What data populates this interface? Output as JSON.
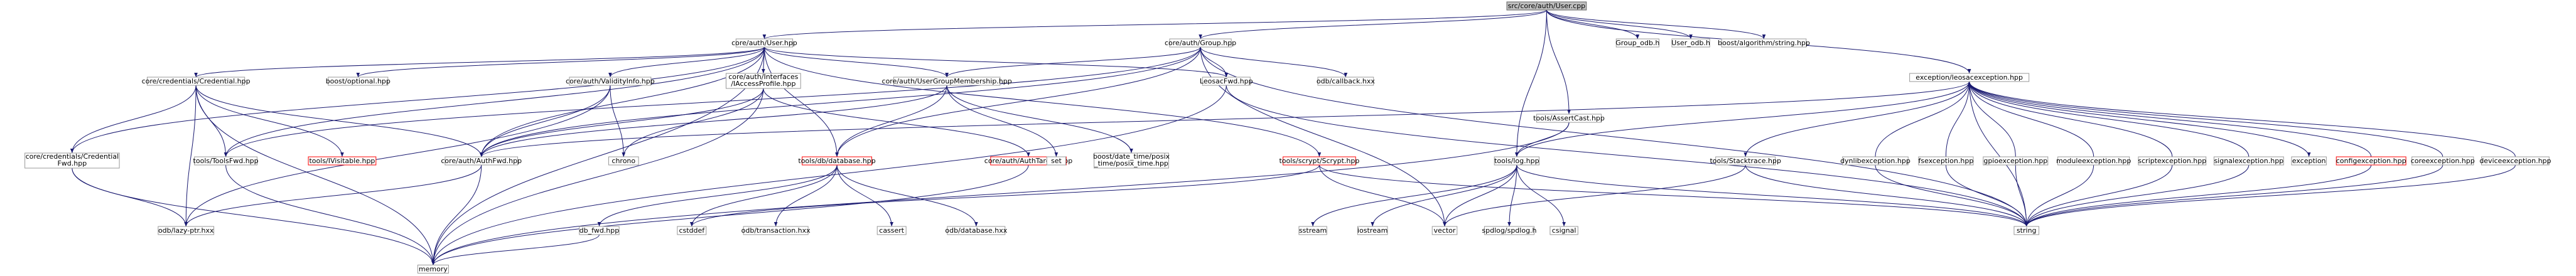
{
  "colors": {
    "edge": "#191970",
    "node_border": "#999999",
    "node_fill": "#ffffff",
    "root_fill": "#bfbfbf",
    "root_border": "#666666",
    "missing_border": "#ff0000",
    "text": "#000000"
  },
  "nodes": {
    "root": {
      "label": "src/core/auth/User.cpp",
      "kind": "root"
    },
    "userhpp": {
      "label": "core/auth/User.hpp"
    },
    "grouphpp": {
      "label": "core/auth/Group.hpp"
    },
    "groupodb": {
      "label": "Group_odb.h"
    },
    "userodb": {
      "label": "User_odb.h"
    },
    "boostalgo": {
      "label": "boost/algorithm/string.hpp"
    },
    "credhpp": {
      "label": "core/credentials/Credential.hpp"
    },
    "boostopt": {
      "label": "boost/optional.hpp"
    },
    "validity": {
      "label": "core/auth/ValidityInfo.hpp"
    },
    "iaccess": {
      "label": [
        "core/auth/Interfaces",
        "/IAccessProfile.hpp"
      ]
    },
    "ugm": {
      "label": "core/auth/UserGroupMembership.hpp"
    },
    "leosacfwd": {
      "label": "LeosacFwd.hpp"
    },
    "odbcallback": {
      "label": "odb/callback.hxx"
    },
    "assertcast": {
      "label": "tools/AssertCast.hpp"
    },
    "leosacexc": {
      "label": "exception/leosacexception.hpp"
    },
    "credfwd": {
      "label": [
        "core/credentials/Credential",
        "Fwd.hpp"
      ]
    },
    "toolsfwd": {
      "label": "tools/ToolsFwd.hpp"
    },
    "visitable": {
      "label": "tools/IVisitable.hpp",
      "missing": true
    },
    "authfwd": {
      "label": "core/auth/AuthFwd.hpp"
    },
    "chrono": {
      "label": "chrono"
    },
    "dbhpp": {
      "label": "tools/db/database.hpp",
      "missing": true
    },
    "authtarget": {
      "label": "core/auth/AuthTarget.hpp",
      "missing": true
    },
    "set": {
      "label": "set"
    },
    "posix": {
      "label": [
        "boost/date_time/posix",
        "_time/posix_time.hpp"
      ]
    },
    "scrypt": {
      "label": "tools/scrypt/Scrypt.hpp",
      "missing": true
    },
    "loghpp": {
      "label": "tools/log.hpp"
    },
    "stacktrace": {
      "label": "tools/Stacktrace.hpp"
    },
    "dylib": {
      "label": "dynlibexception.hpp"
    },
    "fsexc": {
      "label": "fsexception.hpp"
    },
    "gpioexc": {
      "label": "gpioexception.hpp"
    },
    "moduleexc": {
      "label": "moduleexception.hpp"
    },
    "scriptexc": {
      "label": "scriptexception.hpp"
    },
    "signalexc": {
      "label": "signalexception.hpp"
    },
    "exception": {
      "label": "exception"
    },
    "configexc": {
      "label": "configexception.hpp",
      "missing": true
    },
    "coreexc": {
      "label": "coreexception.hpp"
    },
    "deviceexc": {
      "label": "deviceexception.hpp"
    },
    "odblazy": {
      "label": "odb/lazy-ptr.hxx"
    },
    "dbfwd": {
      "label": "db_fwd.hpp"
    },
    "cstddef": {
      "label": "cstddef"
    },
    "cassert": {
      "label": "cassert"
    },
    "odbtrans": {
      "label": "odb/transaction.hxx"
    },
    "odbdb": {
      "label": "odb/database.hxx"
    },
    "sstream": {
      "label": "sstream"
    },
    "iostream": {
      "label": "iostream"
    },
    "vector": {
      "label": "vector"
    },
    "spdlog": {
      "label": "spdlog/spdlog.h"
    },
    "csignal": {
      "label": "csignal"
    },
    "string": {
      "label": "string"
    },
    "memory": {
      "label": "memory"
    }
  },
  "edges": [
    [
      "root",
      "userhpp"
    ],
    [
      "root",
      "grouphpp"
    ],
    [
      "root",
      "groupodb"
    ],
    [
      "root",
      "userodb"
    ],
    [
      "root",
      "boostalgo"
    ],
    [
      "root",
      "assertcast"
    ],
    [
      "root",
      "loghpp"
    ],
    [
      "root",
      "leosacexc"
    ],
    [
      "userhpp",
      "credhpp"
    ],
    [
      "userhpp",
      "boostopt"
    ],
    [
      "userhpp",
      "validity"
    ],
    [
      "userhpp",
      "iaccess"
    ],
    [
      "userhpp",
      "ugm"
    ],
    [
      "userhpp",
      "leosacfwd"
    ],
    [
      "userhpp",
      "authfwd"
    ],
    [
      "userhpp",
      "dbhpp"
    ],
    [
      "userhpp",
      "scrypt"
    ],
    [
      "userhpp",
      "credfwd"
    ],
    [
      "userhpp",
      "toolsfwd"
    ],
    [
      "userhpp",
      "memory"
    ],
    [
      "grouphpp",
      "ugm"
    ],
    [
      "grouphpp",
      "leosacfwd"
    ],
    [
      "grouphpp",
      "odbcallback"
    ],
    [
      "grouphpp",
      "authfwd"
    ],
    [
      "grouphpp",
      "dbhpp"
    ],
    [
      "grouphpp",
      "toolsfwd"
    ],
    [
      "grouphpp",
      "string"
    ],
    [
      "grouphpp",
      "vector"
    ],
    [
      "credhpp",
      "credfwd"
    ],
    [
      "credhpp",
      "toolsfwd"
    ],
    [
      "credhpp",
      "visitable"
    ],
    [
      "credhpp",
      "authfwd"
    ],
    [
      "credhpp",
      "memory"
    ],
    [
      "credhpp",
      "odblazy"
    ],
    [
      "validity",
      "authfwd"
    ],
    [
      "validity",
      "chrono"
    ],
    [
      "validity",
      "odblazy"
    ],
    [
      "iaccess",
      "authfwd"
    ],
    [
      "iaccess",
      "chrono"
    ],
    [
      "iaccess",
      "authtarget"
    ],
    [
      "iaccess",
      "memory"
    ],
    [
      "ugm",
      "authfwd"
    ],
    [
      "ugm",
      "dbhpp"
    ],
    [
      "ugm",
      "set"
    ],
    [
      "ugm",
      "posix"
    ],
    [
      "leosacfwd",
      "memory"
    ],
    [
      "leosacfwd",
      "string"
    ],
    [
      "assertcast",
      "loghpp"
    ],
    [
      "assertcast",
      "memory"
    ],
    [
      "leosacexc",
      "loghpp"
    ],
    [
      "leosacexc",
      "stacktrace"
    ],
    [
      "leosacexc",
      "string"
    ],
    [
      "leosacexc",
      "exception"
    ],
    [
      "leosacexc",
      "authfwd"
    ],
    [
      "dylib",
      "leosacexc"
    ],
    [
      "fsexc",
      "leosacexc"
    ],
    [
      "gpioexc",
      "leosacexc"
    ],
    [
      "moduleexc",
      "leosacexc"
    ],
    [
      "scriptexc",
      "leosacexc"
    ],
    [
      "signalexc",
      "leosacexc"
    ],
    [
      "configexc",
      "leosacexc"
    ],
    [
      "coreexc",
      "leosacexc"
    ],
    [
      "deviceexc",
      "leosacexc"
    ],
    [
      "credfwd",
      "odblazy"
    ],
    [
      "credfwd",
      "memory"
    ],
    [
      "toolsfwd",
      "memory"
    ],
    [
      "authfwd",
      "memory"
    ],
    [
      "authfwd",
      "odblazy"
    ],
    [
      "dbhpp",
      "dbfwd"
    ],
    [
      "dbhpp",
      "cstddef"
    ],
    [
      "dbhpp",
      "cassert"
    ],
    [
      "dbhpp",
      "odbtrans"
    ],
    [
      "dbhpp",
      "odbdb"
    ],
    [
      "dbfwd",
      "memory"
    ],
    [
      "authtarget",
      "memory"
    ],
    [
      "scrypt",
      "vector"
    ],
    [
      "scrypt",
      "string"
    ],
    [
      "scrypt",
      "cstddef"
    ],
    [
      "loghpp",
      "sstream"
    ],
    [
      "loghpp",
      "iostream"
    ],
    [
      "loghpp",
      "vector"
    ],
    [
      "loghpp",
      "spdlog"
    ],
    [
      "loghpp",
      "csignal"
    ],
    [
      "loghpp",
      "string"
    ],
    [
      "stacktrace",
      "vector"
    ],
    [
      "stacktrace",
      "string"
    ],
    [
      "dylib",
      "string"
    ],
    [
      "fsexc",
      "string"
    ],
    [
      "gpioexc",
      "string"
    ],
    [
      "moduleexc",
      "string"
    ],
    [
      "scriptexc",
      "string"
    ],
    [
      "signalexc",
      "string"
    ],
    [
      "configexc",
      "string"
    ],
    [
      "coreexc",
      "string"
    ],
    [
      "deviceexc",
      "string"
    ]
  ]
}
